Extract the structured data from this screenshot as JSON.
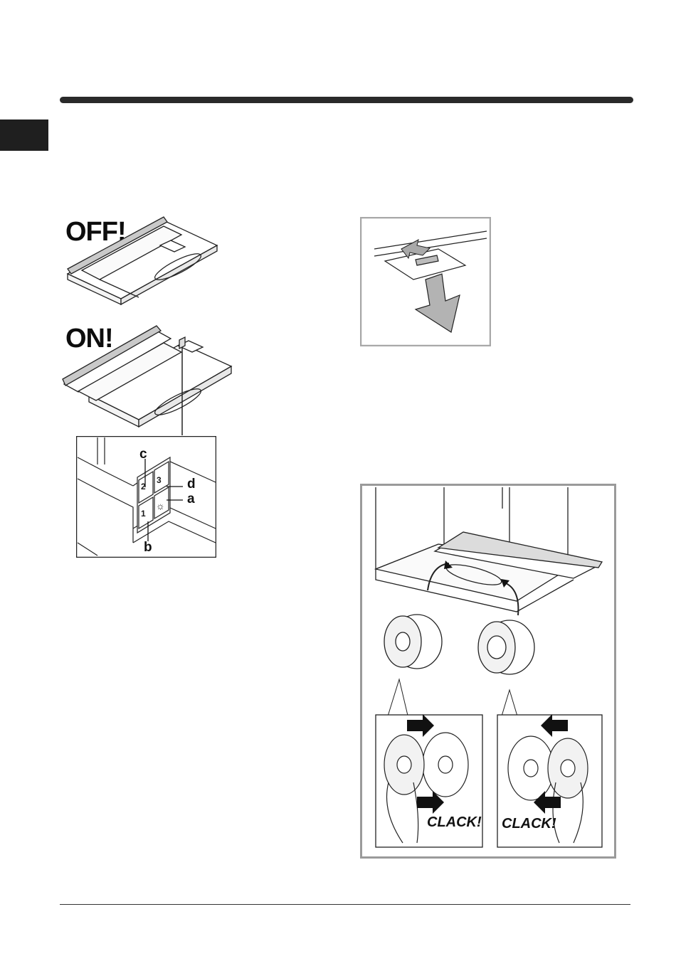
{
  "page": {
    "language_tab": "",
    "footer_text": ""
  },
  "figure_switch": {
    "state_off": "OFF!",
    "state_on": "ON!",
    "callouts": {
      "c": "c",
      "d": "d",
      "a": "a",
      "b": "b"
    },
    "buttons": {
      "speed_1": "1",
      "speed_2": "2",
      "speed_3": "3",
      "light": "☼"
    }
  },
  "figure_filter": {
    "sound_left": "CLACK!",
    "sound_right": "CLACK!"
  }
}
